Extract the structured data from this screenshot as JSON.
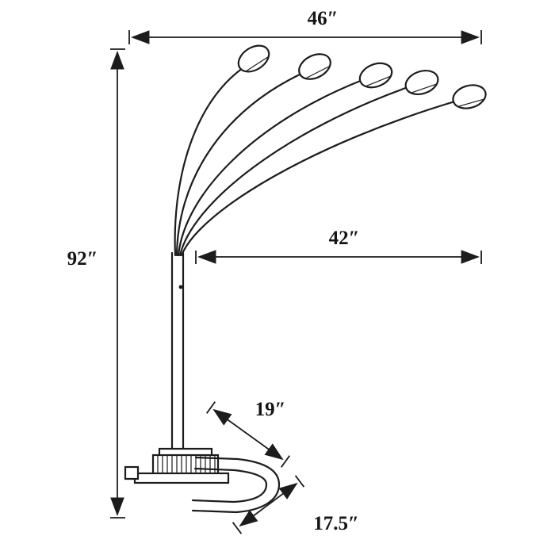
{
  "page": {
    "background": "#ffffff",
    "line_color": "#1c1c1c"
  },
  "figure": {
    "description": "Dimension line drawing of a five-arm arc floor lamp",
    "arm_count": 5
  },
  "dimensions": {
    "overall_width": "46″",
    "overall_height": "92″",
    "arm_horizontal_reach": "42″",
    "base_depth": "19″",
    "base_width": "17.5″"
  }
}
